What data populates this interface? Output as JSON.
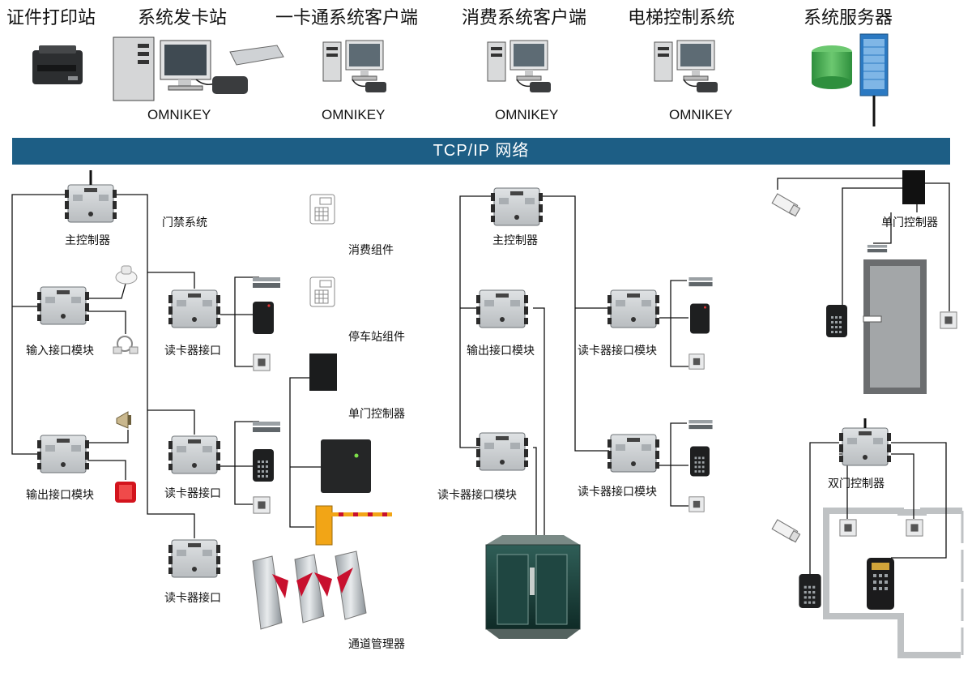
{
  "top_stations": [
    "证件打印站",
    "系统发卡站",
    "一卡通系统客户端",
    "消费系统客户端",
    "电梯控制系统",
    "系统服务器"
  ],
  "omnikey": "OMNIKEY",
  "network": "TCP/IP  网络",
  "access": {
    "main_controller": "主控制器",
    "system": "门禁系统",
    "input_module": "输入接口模块",
    "output_module": "输出接口模块",
    "reader_interface": "读卡器接口"
  },
  "components": {
    "consumption": "消费组件",
    "parking": "停车站组件",
    "single_door": "单门控制器",
    "channel": "通道管理器"
  },
  "elevator": {
    "main_controller": "主控制器",
    "output_module": "输出接口模块",
    "reader_module": "读卡器接口模块",
    "reader_interface": "读卡器接口模块"
  },
  "door": {
    "single": "单门控制器",
    "double": "双门控制器"
  },
  "colors": {
    "network_bar": "#1d5e85",
    "lines": "#111111",
    "module_body": "#c9cccf",
    "barrier": "#f2a516",
    "flap": "#c8102e",
    "server_green": "#39a84a",
    "server_blue": "#1f6fb5"
  }
}
